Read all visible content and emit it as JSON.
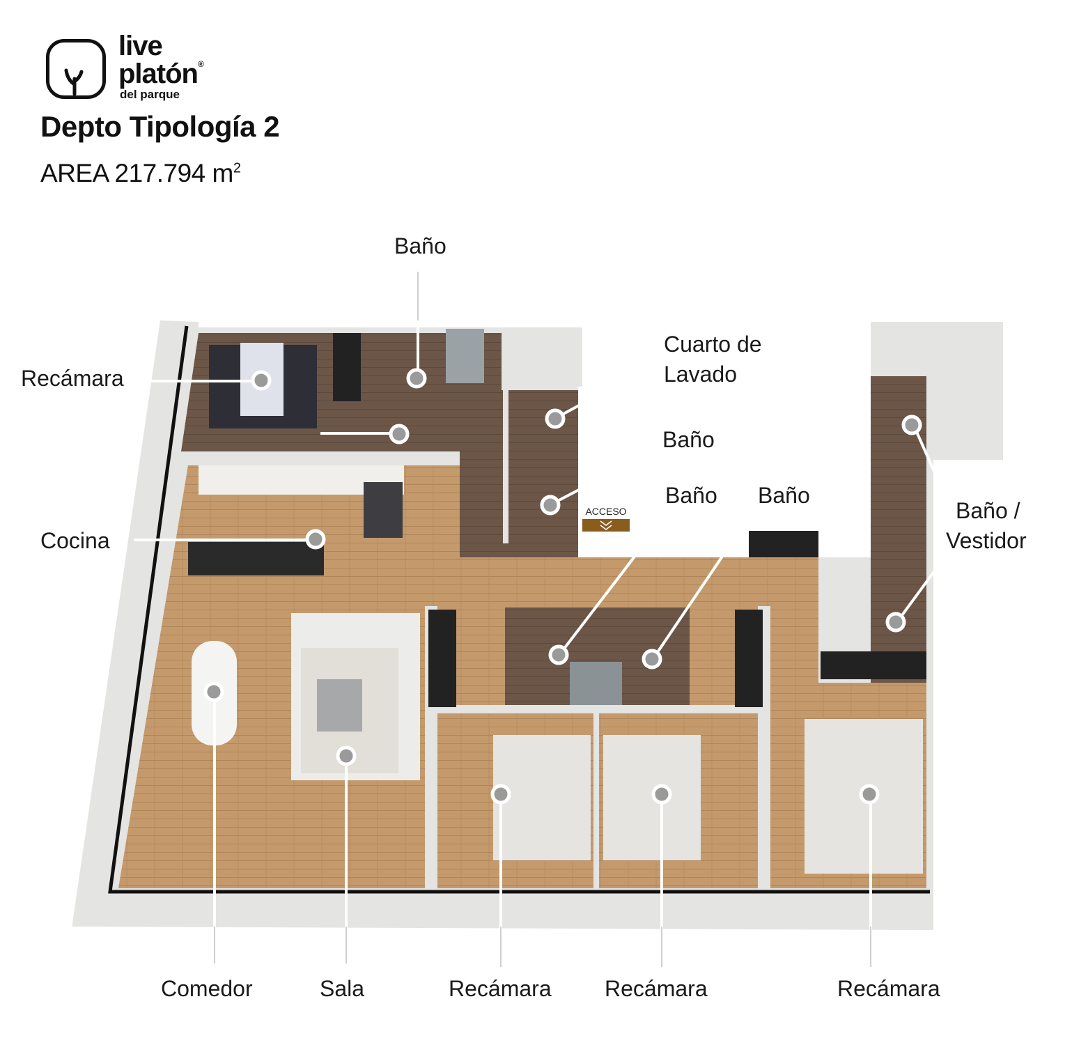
{
  "brand": {
    "line1": "live",
    "line2": "platón",
    "registered": "®",
    "line3": "del parque"
  },
  "title": "Depto Tipología 2",
  "area": {
    "label": "AREA 217.794 m",
    "superscript": "2"
  },
  "entrance_label": "ACCESO",
  "rooms": {
    "bano_top": "Baño",
    "recamara_top": "Recámara",
    "cuarto_lavado_1": "Cuarto de",
    "cuarto_lavado_2": "Lavado",
    "bano_mid": "Baño",
    "cocina": "Cocina",
    "bano_center_left": "Baño",
    "bano_center_right": "Baño",
    "bano_vestidor_1": "Baño /",
    "bano_vestidor_2": "Vestidor",
    "comedor": "Comedor",
    "sala": "Sala",
    "recamara_1": "Recámara",
    "recamara_2": "Recámara",
    "recamara_3": "Recámara"
  },
  "colors": {
    "wood_floor": "#c49a6c",
    "dark_floor": "#6b5647",
    "wall": "#e4e4e2",
    "outline": "#111111",
    "accent_gold": "#8a5c1e",
    "callout": "#ffffff",
    "marker_fill": "#9a9a9a"
  }
}
